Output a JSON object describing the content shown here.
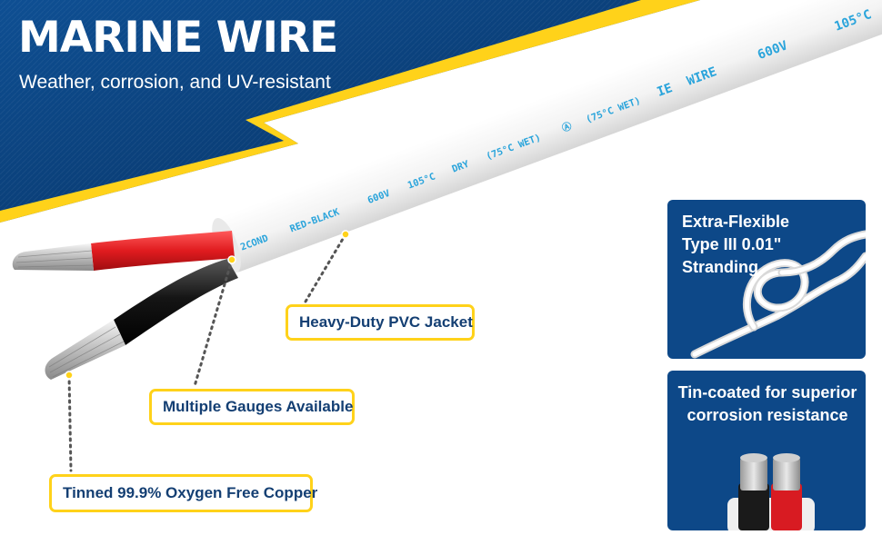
{
  "hero": {
    "title": "MARINE WIRE",
    "subtitle": "Weather, corrosion, and UV-resistant"
  },
  "cable_printing": [
    "2COND",
    "RED-BLACK",
    "600V",
    "105°C",
    "DRY",
    "(75°C WET)",
    "Ⓐ",
    "(75°C WET)",
    "IE",
    "WIRE",
    "600V",
    "105°C"
  ],
  "callouts": {
    "jacket": "Heavy-Duty PVC Jacket",
    "gauges": "Multiple Gauges Available",
    "copper": "Tinned 99.9% Oxygen Free Copper"
  },
  "panels": {
    "stranding": {
      "lines": [
        "Extra-Flexible",
        "Type III 0.01\"",
        "Stranding"
      ]
    },
    "tin": {
      "lines": [
        "Tin-coated for superior",
        "corrosion resistance"
      ]
    }
  },
  "colors": {
    "navy": "#0d4888",
    "navy_dark": "#083466",
    "accent_yellow": "#ffd21a",
    "label_text": "#143f73",
    "print_blue": "#2aa4db",
    "wire_red": "#e01b1f",
    "wire_black": "#151515"
  }
}
